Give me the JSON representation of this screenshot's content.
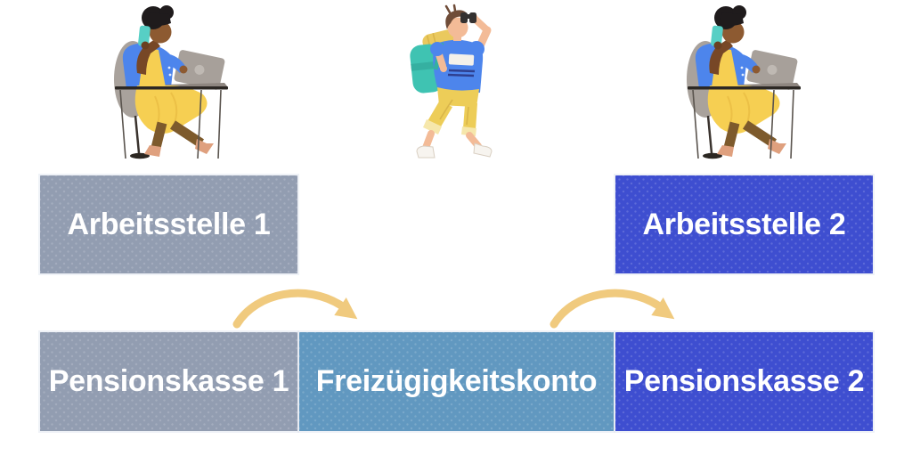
{
  "colors": {
    "background": "#ffffff",
    "gray_box": "#929db1",
    "blue_box": "#3e4ed0",
    "teal_box": "#6198c0",
    "box_text": "#ffffff",
    "arrow": "#f0ca7e"
  },
  "boxes": {
    "top_row": [
      {
        "label": "Arbeitsstelle 1",
        "variant": "gray"
      },
      {
        "label": "Arbeitsstelle 2",
        "variant": "blue"
      }
    ],
    "bottom_row": [
      {
        "label": "Pensionskasse 1",
        "variant": "gray"
      },
      {
        "label": "Freizügigkeitskonto",
        "variant": "teal"
      },
      {
        "label": "Pensionskasse 2",
        "variant": "blue"
      }
    ]
  },
  "illustrations": [
    {
      "icon": "office-worker-at-desk-illustration"
    },
    {
      "icon": "hiker-with-backpack-and-binoculars-illustration"
    },
    {
      "icon": "office-worker-at-desk-illustration"
    }
  ],
  "arrows": [
    {
      "icon": "curved-arrow-right-icon"
    },
    {
      "icon": "curved-arrow-right-icon"
    }
  ]
}
